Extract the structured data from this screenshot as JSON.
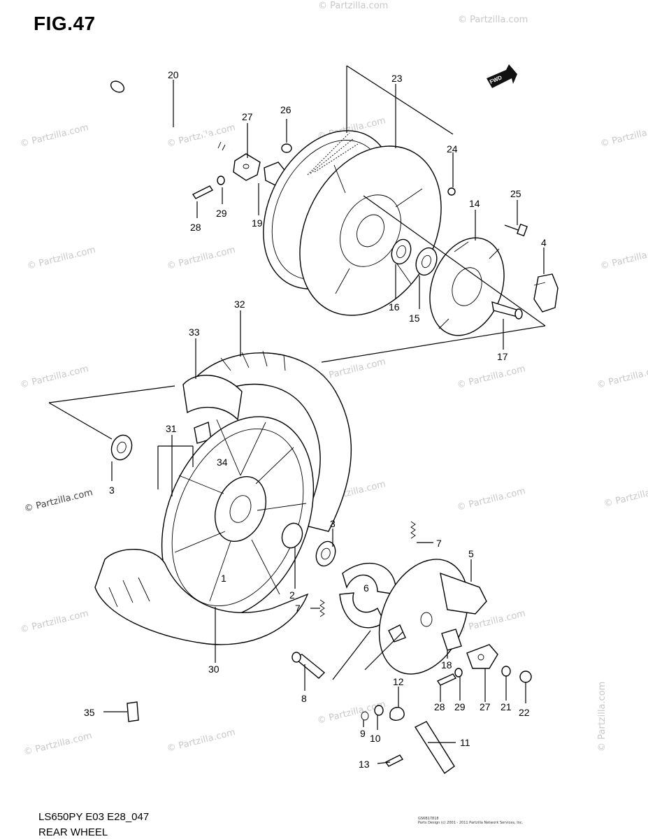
{
  "header": {
    "figure_title": "FIG.47"
  },
  "footer": {
    "model_code": "LS650PY E03 E28_047",
    "diagram_name": "REAR WHEEL",
    "copyright_line1": "GS6B17818",
    "copyright_line2": "Parts Design (c) 2001 - 2011 Partzilla Network Services, Inc."
  },
  "watermark": {
    "text": "© Partzilla.com",
    "prominent_text": "© Partzilla.com"
  },
  "direction_arrow": {
    "label": "FWD"
  },
  "callouts": [
    {
      "id": "c20",
      "label": "20"
    },
    {
      "id": "c27a",
      "label": "27"
    },
    {
      "id": "c26",
      "label": "26"
    },
    {
      "id": "c23",
      "label": "23"
    },
    {
      "id": "c24",
      "label": "24"
    },
    {
      "id": "c28a",
      "label": "28"
    },
    {
      "id": "c29a",
      "label": "29"
    },
    {
      "id": "c19",
      "label": "19"
    },
    {
      "id": "c25",
      "label": "25"
    },
    {
      "id": "c14",
      "label": "14"
    },
    {
      "id": "c4",
      "label": "4"
    },
    {
      "id": "c16",
      "label": "16"
    },
    {
      "id": "c15",
      "label": "15"
    },
    {
      "id": "c17",
      "label": "17"
    },
    {
      "id": "c32",
      "label": "32"
    },
    {
      "id": "c33",
      "label": "33"
    },
    {
      "id": "c31",
      "label": "31"
    },
    {
      "id": "c34",
      "label": "34"
    },
    {
      "id": "c3a",
      "label": "3"
    },
    {
      "id": "c3b",
      "label": "3"
    },
    {
      "id": "c7a",
      "label": "7"
    },
    {
      "id": "c5",
      "label": "5"
    },
    {
      "id": "c6",
      "label": "6"
    },
    {
      "id": "c2",
      "label": "2"
    },
    {
      "id": "c1",
      "label": "1"
    },
    {
      "id": "c7b",
      "label": "7"
    },
    {
      "id": "c30",
      "label": "30"
    },
    {
      "id": "c18",
      "label": "18"
    },
    {
      "id": "c8",
      "label": "8"
    },
    {
      "id": "c12",
      "label": "12"
    },
    {
      "id": "c28b",
      "label": "28"
    },
    {
      "id": "c29b",
      "label": "29"
    },
    {
      "id": "c27b",
      "label": "27"
    },
    {
      "id": "c21",
      "label": "21"
    },
    {
      "id": "c22",
      "label": "22"
    },
    {
      "id": "c35",
      "label": "35"
    },
    {
      "id": "c9",
      "label": "9"
    },
    {
      "id": "c10",
      "label": "10"
    },
    {
      "id": "c11",
      "label": "11"
    },
    {
      "id": "c13",
      "label": "13"
    }
  ]
}
